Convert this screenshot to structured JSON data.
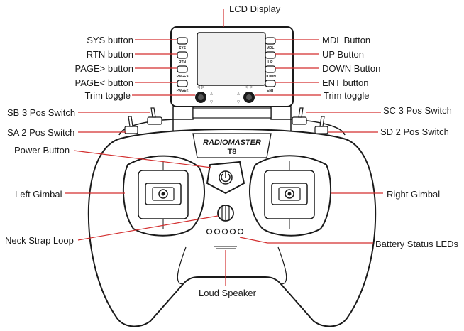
{
  "colors": {
    "leader": "#d32f2f",
    "outline": "#1a1a1a",
    "lcd": "#eeeeee"
  },
  "brand": {
    "logo_text": "RADIOMASTER",
    "model": "T8"
  },
  "buttons": {
    "left": [
      "SYS",
      "RTN",
      "PAGE>",
      "PAGE<"
    ],
    "right": [
      "MDL",
      "UP",
      "DOWN",
      "ENT"
    ]
  },
  "labels": {
    "lcd_display": "LCD Display",
    "sys_button": "SYS button",
    "rtn_button": "RTN button",
    "page_next_button": "PAGE> button",
    "page_prev_button": "PAGE< button",
    "trim_toggle_left": "Trim toggle",
    "mdl_button": "MDL Button",
    "up_button": "UP Button",
    "down_button": "DOWN Button",
    "ent_button": "ENT button",
    "trim_toggle_right": "Trim toggle",
    "sb_switch": "SB 3 Pos Switch",
    "sa_switch": "SA 2 Pos Switch",
    "sc_switch": "SC 3 Pos Switch",
    "sd_switch": "SD 2 Pos Switch",
    "power_button": "Power Button",
    "left_gimbal": "Left Gimbal",
    "right_gimbal": "Right Gimbal",
    "neck_strap_loop": "Neck Strap Loop",
    "battery_status_leds": "Battery Status LEDs",
    "loud_speaker": "Loud Speaker"
  }
}
